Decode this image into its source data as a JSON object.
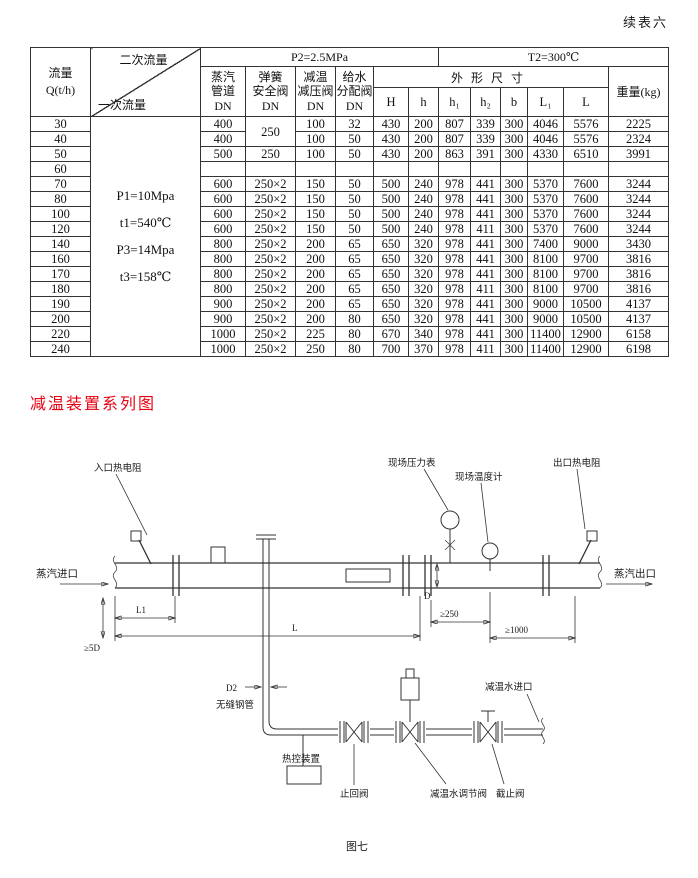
{
  "page": {
    "continuation_label": "续表六"
  },
  "table": {
    "header": {
      "flow_label": "流量",
      "flow_unit": "Q(t/h)",
      "secondary_flow": "二次流量",
      "primary_flow": "一次流量",
      "p2": "P2=2.5MPa",
      "t2": "T2=300℃",
      "col_steam_pipe": "蒸汽\n管道\nDN",
      "col_safety_valve": "弹簧\n安全阀\nDN",
      "col_reduce_valve": "减温\n减压阀\nDN",
      "col_dist_valve": "给水\n分配阀\nDN",
      "dims_label": "外形尺寸",
      "dim_cols": [
        "H",
        "h",
        "h₁",
        "h₂",
        "b",
        "L₁",
        "L"
      ],
      "weight": "重量(kg)"
    },
    "primary_params": [
      "P1=10Mpa",
      "t1=540℃",
      "P3=14Mpa",
      "t3=158℃"
    ],
    "rows": [
      {
        "q": "30",
        "dn": "400",
        "safety": "250",
        "reduce": "100",
        "dist": "32",
        "H": "430",
        "h": "200",
        "h1": "807",
        "h2": "339",
        "b": "300",
        "L1": "4046",
        "L": "5576",
        "wt": "2225"
      },
      {
        "q": "40",
        "dn": "400",
        "reduce": "100",
        "dist": "50",
        "H": "430",
        "h": "200",
        "h1": "807",
        "h2": "339",
        "b": "300",
        "L1": "4046",
        "L": "5576",
        "wt": "2324"
      },
      {
        "q": "50",
        "dn": "500",
        "safety": "250",
        "reduce": "100",
        "dist": "50",
        "H": "430",
        "h": "200",
        "h1": "863",
        "h2": "391",
        "b": "300",
        "L1": "4330",
        "L": "6510",
        "wt": "3991"
      },
      {
        "q": "60",
        "dn": "",
        "safety": "",
        "reduce": "",
        "dist": "",
        "H": "",
        "h": "",
        "h1": "",
        "h2": "",
        "b": "",
        "L1": "",
        "L": "",
        "wt": ""
      },
      {
        "q": "70",
        "dn": "600",
        "safety": "250×2",
        "reduce": "150",
        "dist": "50",
        "H": "500",
        "h": "240",
        "h1": "978",
        "h2": "441",
        "b": "300",
        "L1": "5370",
        "L": "7600",
        "wt": "3244"
      },
      {
        "q": "80",
        "dn": "600",
        "safety": "250×2",
        "reduce": "150",
        "dist": "50",
        "H": "500",
        "h": "240",
        "h1": "978",
        "h2": "441",
        "b": "300",
        "L1": "5370",
        "L": "7600",
        "wt": "3244"
      },
      {
        "q": "100",
        "dn": "600",
        "safety": "250×2",
        "reduce": "150",
        "dist": "50",
        "H": "500",
        "h": "240",
        "h1": "978",
        "h2": "441",
        "b": "300",
        "L1": "5370",
        "L": "7600",
        "wt": "3244"
      },
      {
        "q": "120",
        "dn": "600",
        "safety": "250×2",
        "reduce": "150",
        "dist": "50",
        "H": "500",
        "h": "240",
        "h1": "978",
        "h2": "411",
        "b": "300",
        "L1": "5370",
        "L": "7600",
        "wt": "3244"
      },
      {
        "q": "140",
        "dn": "800",
        "safety": "250×2",
        "reduce": "200",
        "dist": "65",
        "H": "650",
        "h": "320",
        "h1": "978",
        "h2": "441",
        "b": "300",
        "L1": "7400",
        "L": "9000",
        "wt": "3430"
      },
      {
        "q": "160",
        "dn": "800",
        "safety": "250×2",
        "reduce": "200",
        "dist": "65",
        "H": "650",
        "h": "320",
        "h1": "978",
        "h2": "441",
        "b": "300",
        "L1": "8100",
        "L": "9700",
        "wt": "3816"
      },
      {
        "q": "170",
        "dn": "800",
        "safety": "250×2",
        "reduce": "200",
        "dist": "65",
        "H": "650",
        "h": "320",
        "h1": "978",
        "h2": "441",
        "b": "300",
        "L1": "8100",
        "L": "9700",
        "wt": "3816"
      },
      {
        "q": "180",
        "dn": "800",
        "safety": "250×2",
        "reduce": "200",
        "dist": "65",
        "H": "650",
        "h": "320",
        "h1": "978",
        "h2": "411",
        "b": "300",
        "L1": "8100",
        "L": "9700",
        "wt": "3816"
      },
      {
        "q": "190",
        "dn": "900",
        "safety": "250×2",
        "reduce": "200",
        "dist": "65",
        "H": "650",
        "h": "320",
        "h1": "978",
        "h2": "441",
        "b": "300",
        "L1": "9000",
        "L": "10500",
        "wt": "4137"
      },
      {
        "q": "200",
        "dn": "900",
        "safety": "250×2",
        "reduce": "200",
        "dist": "80",
        "H": "650",
        "h": "320",
        "h1": "978",
        "h2": "441",
        "b": "300",
        "L1": "9000",
        "L": "10500",
        "wt": "4137"
      },
      {
        "q": "220",
        "dn": "1000",
        "safety": "250×2",
        "reduce": "225",
        "dist": "80",
        "H": "670",
        "h": "340",
        "h1": "978",
        "h2": "441",
        "b": "300",
        "L1": "11400",
        "L": "12900",
        "wt": "6158"
      },
      {
        "q": "240",
        "dn": "1000",
        "safety": "250×2",
        "reduce": "250",
        "dist": "80",
        "H": "700",
        "h": "370",
        "h1": "978",
        "h2": "411",
        "b": "300",
        "L1": "11400",
        "L": "12900",
        "wt": "6198"
      }
    ]
  },
  "section": {
    "title": "减温装置系列图"
  },
  "diagram": {
    "inlet_rtd": "入口热电阻",
    "site_pressure_gauge": "现场压力表",
    "site_thermometer": "现场温度计",
    "outlet_rtd": "出口热电阻",
    "steam_inlet": "蒸汽进口",
    "steam_outlet": "蒸汽出口",
    "dim_L1": "L1",
    "dim_L": "L",
    "dim_ge250": "≥250",
    "dim_ge1000": "≥1000",
    "dim_ge5D": "≥5D",
    "dim_D": "D",
    "dim_D2": "D2",
    "seamless_pipe": "无缝钢管",
    "control_device": "热控装置",
    "check_valve": "止回阀",
    "regulating_valve": "减温水调节阀",
    "stop_valve": "截止阀",
    "water_inlet": "减温水进口",
    "figure_caption": "图七"
  },
  "colors": {
    "accent_red": "#e60012",
    "line": "#333333"
  }
}
